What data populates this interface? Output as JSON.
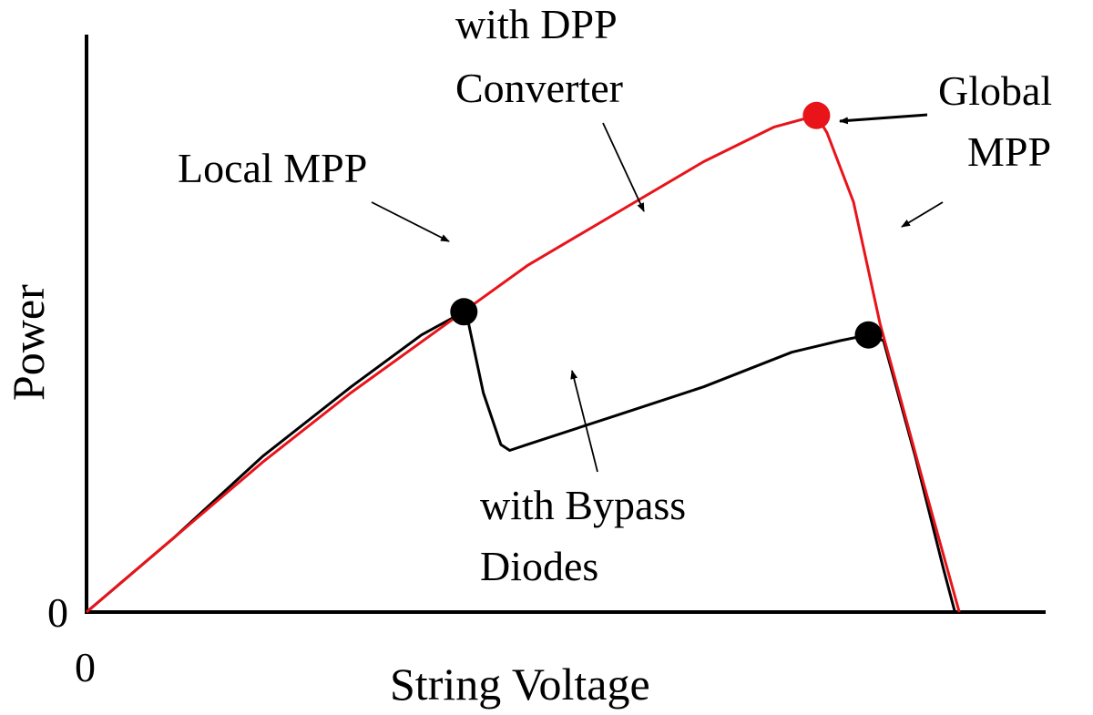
{
  "chart_data": {
    "type": "line",
    "title": "",
    "xlabel": "String Voltage",
    "ylabel": "Power",
    "x_tick_labels": [
      "0"
    ],
    "y_tick_labels": [
      "0"
    ],
    "xlim": [
      0,
      1.09
    ],
    "ylim": [
      0,
      1.0
    ],
    "grid": false,
    "legend": "none",
    "series": [
      {
        "color": "#000000",
        "points": [
          [
            0,
            0
          ],
          [
            0.1,
            0.13
          ],
          [
            0.2,
            0.27
          ],
          [
            0.3,
            0.39
          ],
          [
            0.38,
            0.48
          ],
          [
            0.428,
            0.52
          ],
          [
            0.432,
            0.51
          ],
          [
            0.45,
            0.38
          ],
          [
            0.47,
            0.29
          ],
          [
            0.48,
            0.28
          ],
          [
            0.5,
            0.29
          ],
          [
            0.6,
            0.34
          ],
          [
            0.7,
            0.39
          ],
          [
            0.8,
            0.45
          ],
          [
            0.855,
            0.47
          ],
          [
            0.887,
            0.48
          ],
          [
            0.904,
            0.47
          ],
          [
            0.94,
            0.27
          ],
          [
            0.972,
            0.075
          ],
          [
            0.985,
            0
          ]
        ],
        "markers": [
          {
            "label": "Local MPP",
            "x": 0.428,
            "y": 0.52
          },
          {
            "label": "Global MPP",
            "x": 0.887,
            "y": 0.48
          }
        ]
      },
      {
        "color": "#e8141a",
        "points": [
          [
            0,
            0
          ],
          [
            0.1,
            0.13
          ],
          [
            0.2,
            0.26
          ],
          [
            0.3,
            0.38
          ],
          [
            0.4,
            0.49
          ],
          [
            0.5,
            0.6
          ],
          [
            0.6,
            0.69
          ],
          [
            0.7,
            0.78
          ],
          [
            0.78,
            0.84
          ],
          [
            0.828,
            0.86
          ],
          [
            0.84,
            0.83
          ],
          [
            0.87,
            0.71
          ],
          [
            0.9,
            0.5
          ],
          [
            0.95,
            0.22
          ],
          [
            0.99,
            0
          ]
        ],
        "markers": [
          {
            "label": "Global MPP",
            "x": 0.828,
            "y": 0.86
          }
        ]
      }
    ],
    "annotations": {
      "local_mpp": "Local MPP",
      "dpp_line1": "with DPP",
      "dpp_line2": "Converter",
      "global_line1": "Global",
      "global_line2": "MPP",
      "bypass_line1": "with Bypass",
      "bypass_line2": "Diodes"
    }
  }
}
